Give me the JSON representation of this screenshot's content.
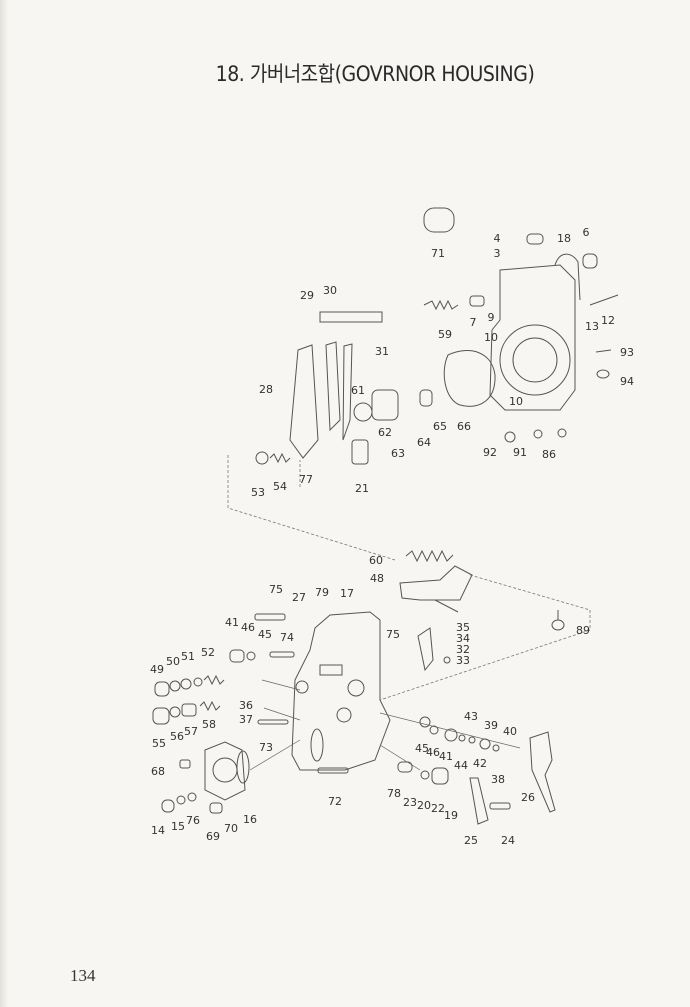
{
  "page": {
    "title": "18. 가버너조합(GOVRNOR HOUSING)",
    "page_number": "134"
  },
  "diagram": {
    "labels": [
      "71",
      "4",
      "3",
      "18",
      "6",
      "29",
      "30",
      "59",
      "7",
      "9",
      "13",
      "12",
      "31",
      "28",
      "93",
      "94",
      "61",
      "62",
      "63",
      "64",
      "65",
      "66",
      "92",
      "91",
      "86",
      "53",
      "54",
      "77",
      "21",
      "10",
      "10",
      "60",
      "48",
      "75",
      "27",
      "79",
      "17",
      "89",
      "41",
      "46",
      "45",
      "74",
      "75",
      "35",
      "34",
      "32",
      "33",
      "49",
      "50",
      "51",
      "52",
      "36",
      "37",
      "55",
      "56",
      "57",
      "58",
      "73",
      "43",
      "39",
      "40",
      "45",
      "46",
      "41",
      "44",
      "42",
      "38",
      "68",
      "26",
      "78",
      "23",
      "20",
      "22",
      "19",
      "72",
      "14",
      "15",
      "76",
      "69",
      "70",
      "16",
      "25",
      "24"
    ]
  }
}
